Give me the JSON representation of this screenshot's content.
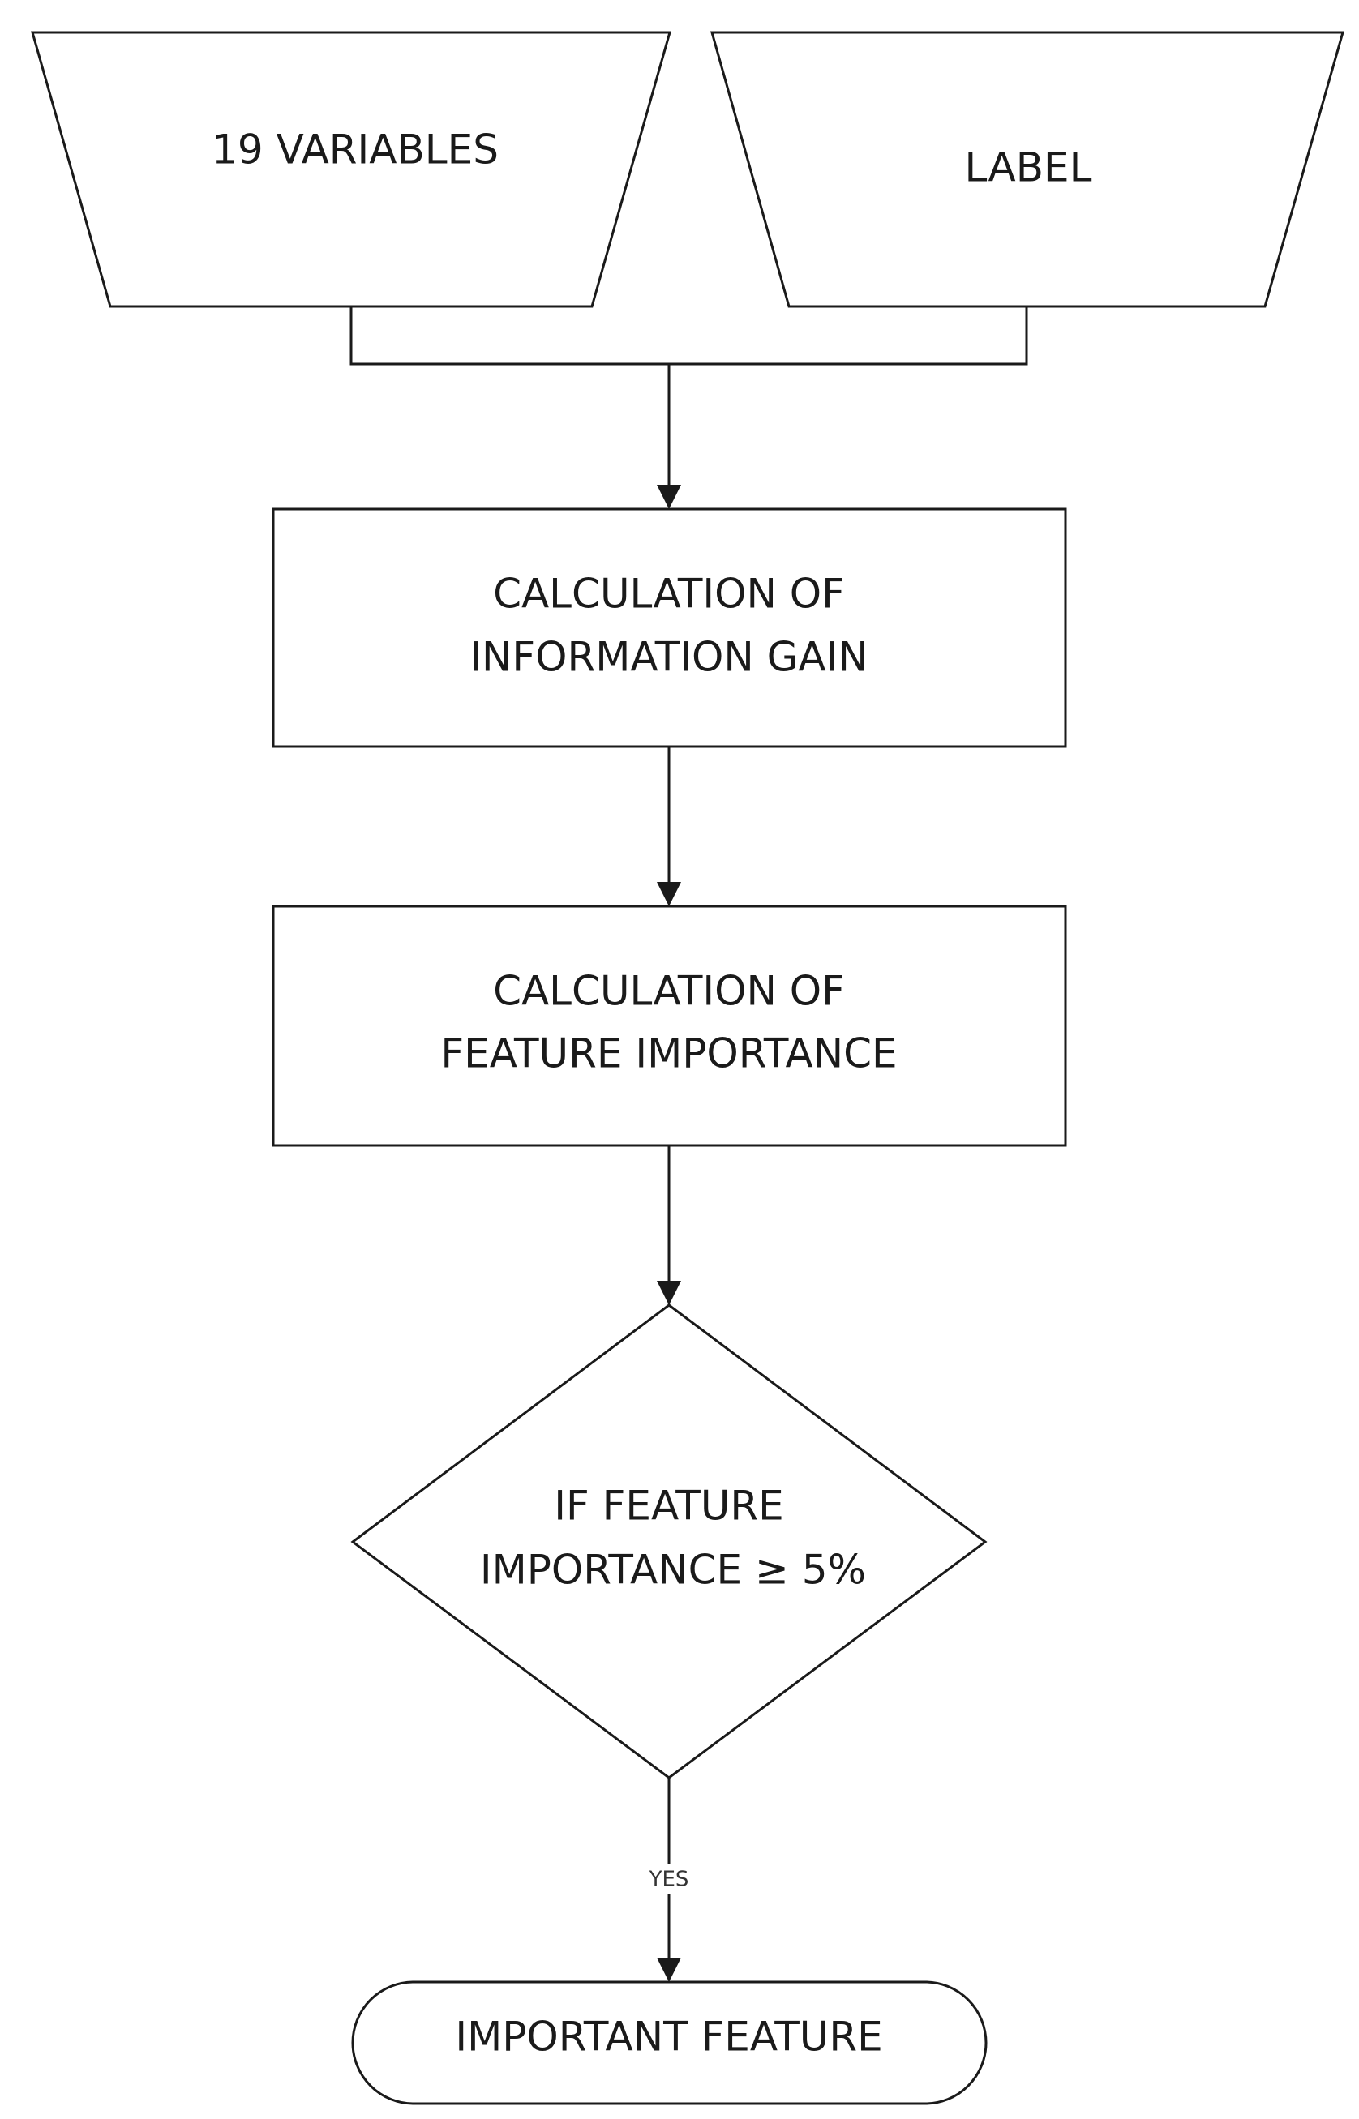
{
  "nodes": {
    "variables": {
      "label": "19 VARIABLES"
    },
    "label_input": {
      "label": "LABEL"
    },
    "info_gain": {
      "line1": "CALCULATION OF",
      "line2": "INFORMATION GAIN"
    },
    "feature_importance": {
      "line1": "CALCULATION OF",
      "line2": "FEATURE IMPORTANCE"
    },
    "decision": {
      "line1": "IF FEATURE",
      "line2": "IMPORTANCE ≥ 5%"
    },
    "important_feature": {
      "label": "IMPORTANT FEATURE"
    }
  },
  "edges": {
    "decision_to_output": {
      "label": "YES"
    }
  }
}
